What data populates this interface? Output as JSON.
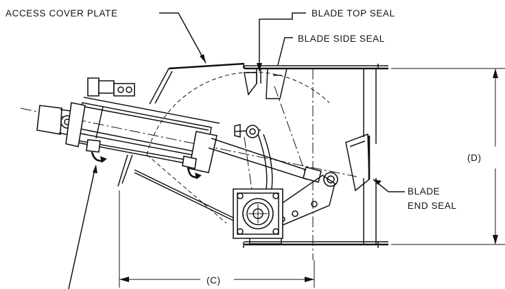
{
  "labels": {
    "access_cover_plate": "ACCESS COVER PLATE",
    "blade_top_seal": "BLADE TOP SEAL",
    "blade_side_seal": "BLADE SIDE SEAL",
    "blade_end_seal_line1": "BLADE",
    "blade_end_seal_line2": "END SEAL",
    "dimension_d": "(D)",
    "dimension_c": "(C)"
  }
}
